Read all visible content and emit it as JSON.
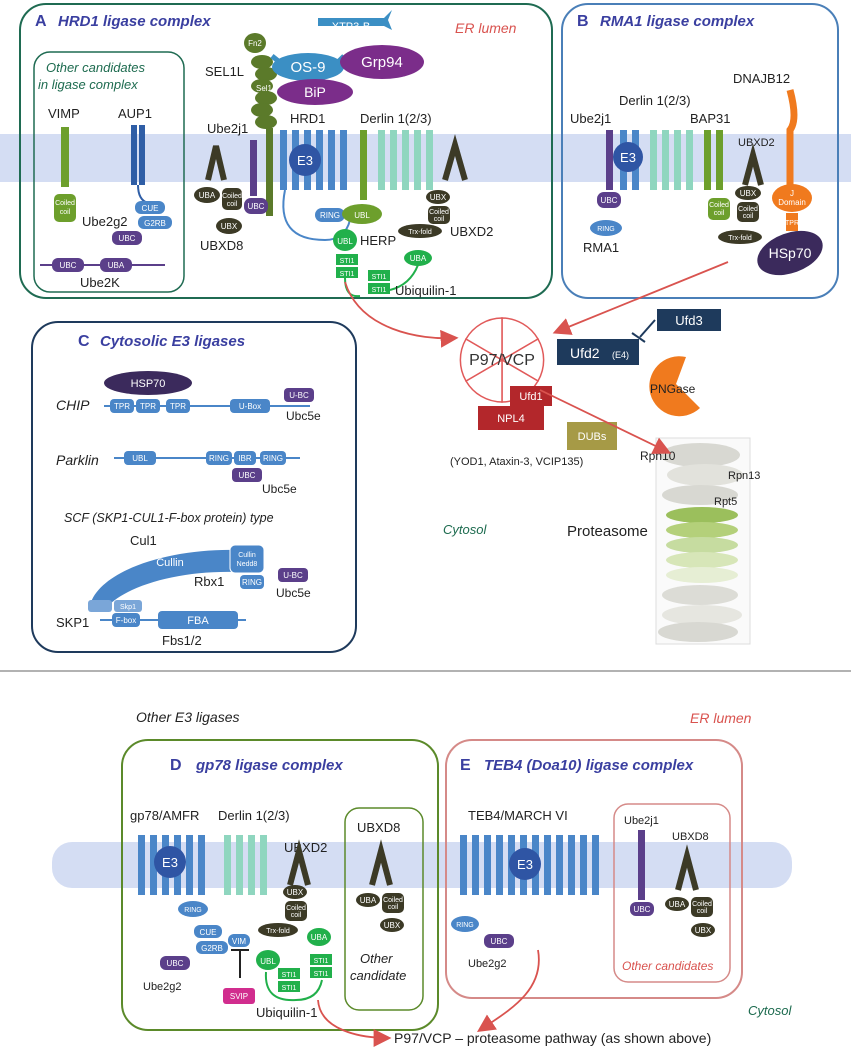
{
  "panels": {
    "A": {
      "letter": "A",
      "title": "HRD1 ligase complex"
    },
    "B": {
      "letter": "B",
      "title": "RMA1 ligase complex"
    },
    "C": {
      "letter": "C",
      "title": "Cytosolic E3 ligases"
    },
    "D": {
      "letter": "D",
      "title": "gp78 ligase complex"
    },
    "E": {
      "letter": "E",
      "title": "TEB4 (Doa10) ligase complex"
    }
  },
  "regions": {
    "er_lumen_top": "ER lumen",
    "er_lumen_bottom": "ER lumen",
    "cytosol_mid": "Cytosol",
    "cytosol_bottom": "Cytosol",
    "other_e3": "Other E3 ligases"
  },
  "panelA": {
    "other_candidates": "Other candidates in ligase complex",
    "vimp": "VIMP",
    "aup1": "AUP1",
    "coiled_coil": "Coiled coil",
    "cue": "CUE",
    "g2rb": "G2RB",
    "ube2g2": "Ube2g2",
    "ubc": "UBC",
    "uba": "UBA",
    "ube2k": "Ube2K",
    "fn2": "Fn2",
    "xtp3b": "XTP3-B",
    "os9": "OS-9",
    "grp94": "Grp94",
    "bip": "BiP",
    "sel1l": "SEL1L",
    "sel1": "Sel1",
    "ube2j1": "Ube2j1",
    "hrd1": "HRD1",
    "e3": "E3",
    "derlin": "Derlin 1(2/3)",
    "ring": "RING",
    "ubl": "UBL",
    "herp": "HERP",
    "ubx": "UBX",
    "ubxd8": "UBXD8",
    "trx": "Trx-fold",
    "ubxd2": "UBXD2",
    "sti1": "STI1",
    "ubiquilin": "Ubiquilin-1"
  },
  "panelB": {
    "ube2j1": "Ube2j1",
    "derlin": "Derlin 1(2/3)",
    "bap31": "BAP31",
    "dnajb12": "DNAJB12",
    "e3": "E3",
    "ubxd2": "UBXD2",
    "ubc": "UBC",
    "ring": "RING",
    "rma1": "RMA1",
    "ubx": "UBX",
    "coiled": "Coiled coil",
    "trx": "Trx-fold",
    "jdomain": "J Domain",
    "tpr": "TPR",
    "hsp70": "HSp70"
  },
  "center": {
    "p97": "P97/VCP",
    "ufd1": "Ufd1",
    "npl4": "NPL4",
    "dubs": "DUBs",
    "dubs_list": "(YOD1, Ataxin-3, VCIP135)",
    "ufd3": "Ufd3",
    "ufd2": "Ufd2",
    "e4": "(E4)",
    "pngase": "PNGase",
    "rpn10": "Rpn10",
    "rpn13": "Rpn13",
    "rpt5": "Rpt5",
    "proteasome": "Proteasome"
  },
  "panelC": {
    "hsp70": "HSP70",
    "chip": "CHIP",
    "tpr": "TPR",
    "ubox": "U-Box",
    "ubc": "U-BC",
    "ubc5e": "Ubc5e",
    "parklin": "Parklin",
    "ubl": "UBL",
    "ring": "RING",
    "ibr": "IBR",
    "ubc2": "UBC",
    "scf": "SCF (SKP1-CUL1-F-box protein) type",
    "cul1": "Cul1",
    "cullin": "Cullin",
    "cullin_nedd8": "Cullin Nedd8",
    "rbx1": "Rbx1",
    "skp1": "SKP1",
    "skp1_box": "Skp1",
    "fbox": "F-box",
    "fba": "FBA",
    "fbs": "Fbs1/2"
  },
  "panelD": {
    "gp78": "gp78/AMFR",
    "derlin": "Derlin 1(2/3)",
    "ubxd2": "UBXD2",
    "ubxd8": "UBXD8",
    "e3": "E3",
    "ring": "RING",
    "cue": "CUE",
    "g2rb": "G2RB",
    "vim": "VIM",
    "ubc": "UBC",
    "ube2g2": "Ube2g2",
    "svip": "SVIP",
    "ubl": "UBL",
    "sti1": "STI1",
    "uba": "UBA",
    "ubx": "UBX",
    "coiled": "Coiled coil",
    "trx": "Trx-fold",
    "ubiquilin": "Ubiquilin-1",
    "other": "Other candidate"
  },
  "panelE": {
    "teb4": "TEB4/MARCH VI",
    "ube2j1": "Ube2j1",
    "ubxd8": "UBXD8",
    "e3": "E3",
    "ring": "RING",
    "ubc": "UBC",
    "ube2g2": "Ube2g2",
    "uba": "UBA",
    "coiled": "Coiled coil",
    "ubx": "UBX",
    "other": "Other candidates"
  },
  "pathway": "P97/VCP – proteasome pathway (as shown above)",
  "colors": {
    "membrane": "#c6d3ef",
    "hrd1": "#4a86c8",
    "derlin": "#8fd6bf",
    "sel1l": "#5b7a2a",
    "ube2j1": "#5b3f8a",
    "dark": "#3c3a26",
    "green": "#21b04b",
    "purple": "#5b3f8a",
    "orange": "#f07a1e",
    "red_panel": "#d58a88",
    "arrow": "#d9534f"
  }
}
